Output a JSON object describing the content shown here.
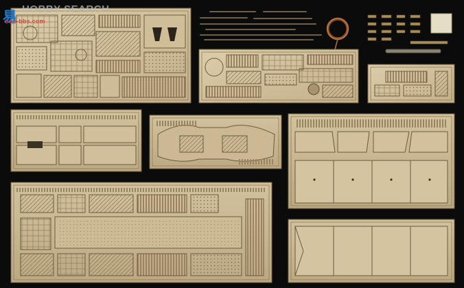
{
  "watermark": {
    "logo_text": "易",
    "brand_text": "HOBBY SEARCH",
    "url_text": "ooo-bbs.com"
  },
  "colors": {
    "background": "#0b0b0b",
    "brass_light": "#d6c6a2",
    "brass_mid": "#c2ae86",
    "brass_dark": "#8f7a56",
    "etch_line": "#6d5a3c",
    "wire": "#7a6a52",
    "wire_coil": "#b56f3a"
  }
}
